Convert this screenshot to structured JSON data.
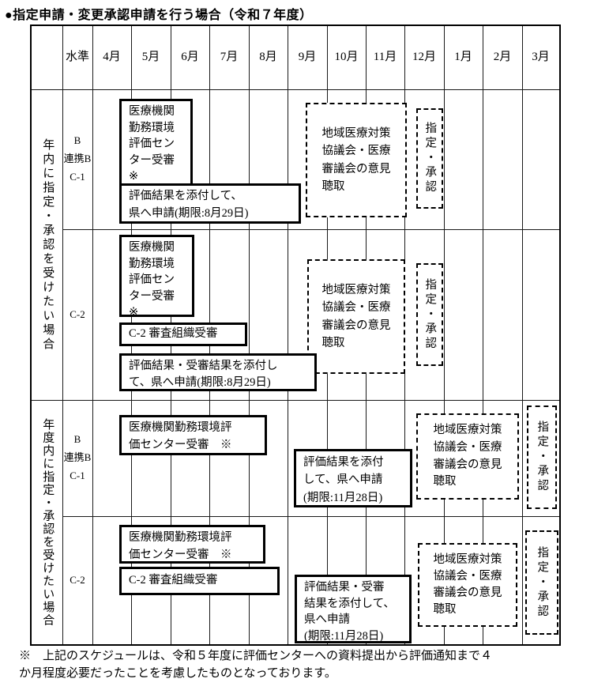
{
  "title": "●指定申請・変更承認申請を行う場合（令和７年度）",
  "table": {
    "level_header": "水準",
    "months": [
      "4月",
      "5月",
      "6月",
      "7月",
      "8月",
      "9月",
      "10月",
      "11月",
      "12月",
      "1月",
      "2月",
      "3月"
    ],
    "group1": {
      "label": "年内に指定・承認を受けたい場合",
      "row1_level": "B\n連携B\nC-1",
      "row2_level": "C-2"
    },
    "group2": {
      "label": "年度内に指定・承認を受けたい場合",
      "row1_level": "B\n連携B\nC-1",
      "row2_level": "C-2"
    },
    "boxes": {
      "r1_center": "医療機関\n勤務環境\n評価セン\nター受審\n※",
      "r1_apply": "評価結果を添付して、\n県へ申請(期限:8月29日)",
      "r1_council": "地域医療対策\n協議会・医療\n審議会の意見\n聴取",
      "r1_approval": "指定・承認",
      "r2_center": "医療機関\n勤務環境\n評価セン\nター受審\n※",
      "r2_c2review": "C-2 審査組織受審",
      "r2_apply": "評価結果・受審結果を添付し\nて、県へ申請(期限:8月29日)",
      "r2_council": "地域医療対策\n協議会・医療\n審議会の意見\n聴取",
      "r2_approval": "指定・承認",
      "r3_center": "医療機関勤務環境評\n価センター受審　※",
      "r3_apply": "評価結果を添付\nして、県へ申請\n(期限:11月28日)",
      "r3_council": "地域医療対策\n協議会・医療\n審議会の意見\n聴取",
      "r3_approval": "指定・承認",
      "r4_center": "医療機関勤務環境評\n価センター受審　※",
      "r4_c2review": "C-2 審査組織受審",
      "r4_apply": "評価結果・受審\n結果を添付して、\n県へ申請\n(期限:11月28日)",
      "r4_council": "地域医療対策\n協議会・医療\n審議会の意見\n聴取",
      "r4_approval": "指定・承認"
    }
  },
  "footnote": "※　上記のスケジュールは、令和５年度に評価センターへの資料提出から評価通知まで４\nか月程度必要だったことを考慮したものとなっております。"
}
